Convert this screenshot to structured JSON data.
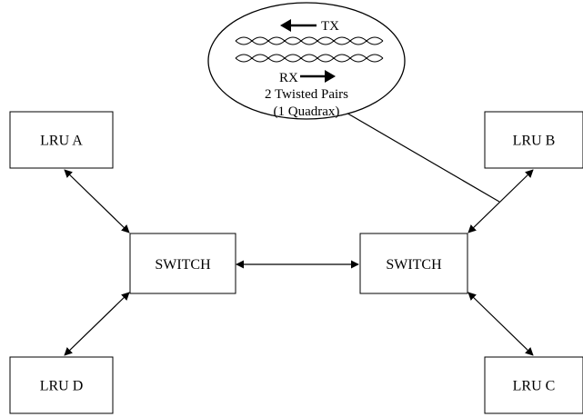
{
  "nodes": {
    "lru_a": "LRU A",
    "lru_b": "LRU B",
    "lru_c": "LRU C",
    "lru_d": "LRU D",
    "switch_left": "SWITCH",
    "switch_right": "SWITCH"
  },
  "callout": {
    "tx_label": "TX",
    "rx_label": "RX",
    "line1": "2 Twisted Pairs",
    "line2": "(1 Quadrax)"
  },
  "colors": {
    "stroke": "#000000",
    "background": "#ffffff"
  }
}
